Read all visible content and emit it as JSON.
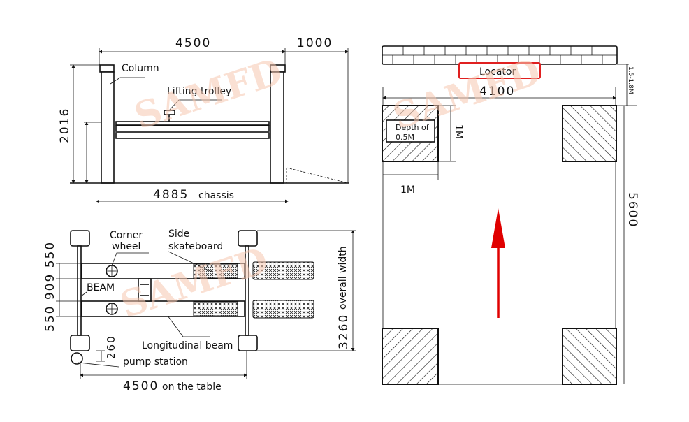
{
  "watermark": "SAMFD",
  "side_view": {
    "width_dim": "4500",
    "ramp_dim": "1000",
    "height_dim": "2016",
    "chassis_dim": "4885",
    "chassis_label": "chassis",
    "column_label": "Column",
    "trolley_label": "Lifting trolley"
  },
  "top_view": {
    "corner_label_1": "Corner",
    "corner_label_2": "wheel",
    "side_label_1": "Side",
    "side_label_2": "skateboard",
    "beam_label": "BEAM",
    "longitudinal_label": "Longitudinal beam",
    "pump_label": "pump station",
    "pump_dim": "260",
    "spacing_dims": "550 909 550",
    "overall_width_dim": "3260",
    "overall_width_label": "overall width",
    "table_dim": "4500",
    "table_label": "on the table"
  },
  "foundation_plan": {
    "locator_label": "Locator",
    "wall_distance": "1.5-1.8M",
    "width_dim": "4100",
    "length_dim": "5600",
    "pit_depth_1": "Depth of",
    "pit_depth_2": "0.5M",
    "pit_height_dim": "1M",
    "pit_width_dim": "1M",
    "locator_color": "#e02020",
    "arrow_color": "#e00000"
  }
}
